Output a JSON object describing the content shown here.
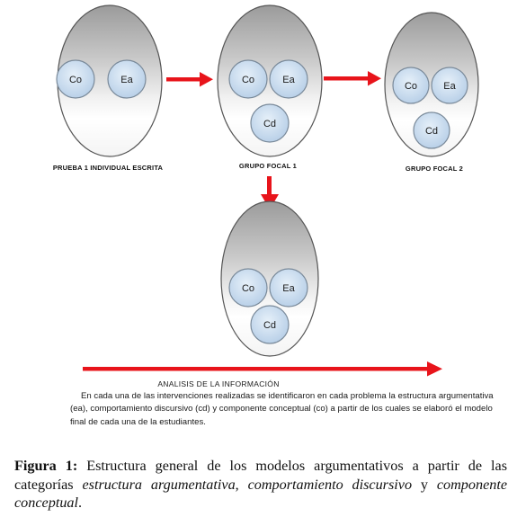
{
  "stages": [
    {
      "id": "prueba",
      "label": "PRUEBA 1 INDIVIDUAL ESCRITA",
      "nodes": [
        "Co",
        "Ea"
      ]
    },
    {
      "id": "grupo1",
      "label": "GRUPO FOCAL 1",
      "nodes": [
        "Co",
        "Ea",
        "Cd"
      ]
    },
    {
      "id": "grupo2",
      "label": "GRUPO FOCAL 2",
      "nodes": [
        "Co",
        "Ea",
        "Cd"
      ]
    },
    {
      "id": "final",
      "label": "",
      "nodes": [
        "Co",
        "Ea",
        "Cd"
      ]
    }
  ],
  "analysis": {
    "title": "ANALISIS DE LA INFORMACIÓN",
    "body": "En cada una de las intervenciones realizadas se identificaron en cada problema la estructura argumentativa (ea), comportamiento discursivo (cd) y componente conceptual (co) a partir de los cuales se elaboró el modelo final de cada una de la estudiantes."
  },
  "caption": {
    "label": "Figura 1:",
    "text_plain": "Estructura general de los modelos argumentativos a partir de las categorías",
    "term_1": "estructura argumentativa",
    "sep_1": ",",
    "term_2": "comportamiento discursivo",
    "conj": "y",
    "term_3": "componente conceptual",
    "end": "."
  },
  "colors": {
    "arrow": "#e8141b",
    "node_fill": "#c9dcef",
    "node_stroke": "#7a8a9a",
    "ellipse_stroke": "#555555"
  }
}
